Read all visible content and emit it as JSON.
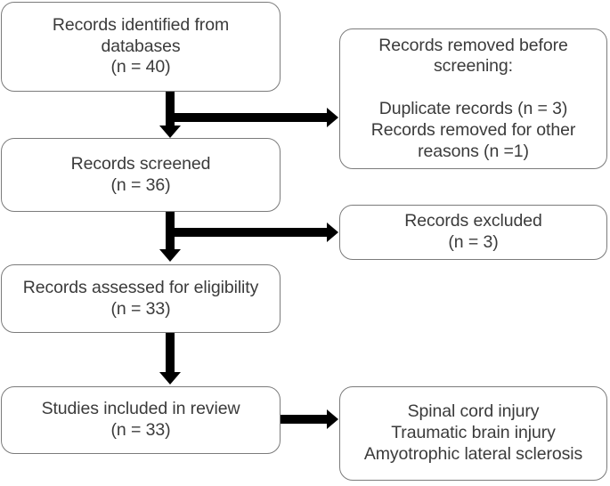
{
  "diagram": {
    "type": "prisma-flow-diagram",
    "colors": {
      "text": "#3b3b3b",
      "box_border": "#7b7b7b",
      "connector": "#000000",
      "background": "#ffffff"
    },
    "nodes": {
      "identified": {
        "text": "Records identified from\ndatabases\n(n = 40)",
        "count": 40
      },
      "removed_before_screening": {
        "text": "Records removed before\nscreening:\n\nDuplicate records (n = 3)\nRecords removed for other\nreasons (n =1)",
        "duplicate_records": 3,
        "other_reasons": 1
      },
      "screened": {
        "text": "Records screened\n(n = 36)",
        "count": 36
      },
      "excluded": {
        "text": "Records excluded\n(n = 3)",
        "count": 3
      },
      "assessed": {
        "text": "Records assessed for eligibility\n(n = 33)",
        "count": 33
      },
      "included": {
        "text": "Studies included in review\n(n = 33)",
        "count": 33
      },
      "diagnoses": {
        "text": "Spinal cord injury\nTraumatic brain injury\nAmyotrophic lateral sclerosis",
        "items": [
          "Spinal cord injury",
          "Traumatic brain injury",
          "Amyotrophic lateral sclerosis"
        ]
      }
    },
    "connectors": [
      {
        "from": "identified",
        "to": "screened",
        "direction": "down"
      },
      {
        "from": "identified",
        "to": "removed_before_screening",
        "direction": "right"
      },
      {
        "from": "screened",
        "to": "assessed",
        "direction": "down"
      },
      {
        "from": "screened",
        "to": "excluded",
        "direction": "right"
      },
      {
        "from": "assessed",
        "to": "included",
        "direction": "down"
      },
      {
        "from": "included",
        "to": "diagnoses",
        "direction": "right"
      }
    ]
  }
}
